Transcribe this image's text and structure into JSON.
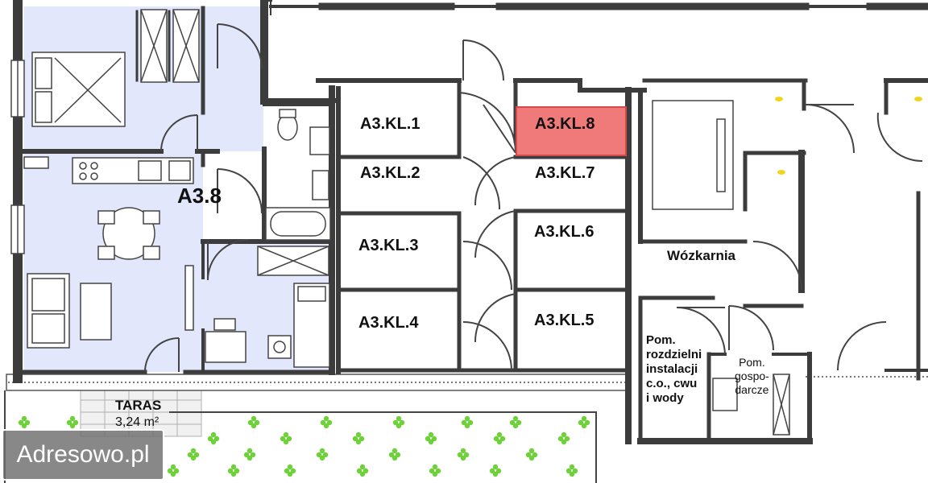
{
  "unit": {
    "label": "A3.8",
    "fill": "#e3e7fb"
  },
  "storage_units": [
    {
      "id": "A3.KL.1"
    },
    {
      "id": "A3.KL.2"
    },
    {
      "id": "A3.KL.3"
    },
    {
      "id": "A3.KL.4"
    },
    {
      "id": "A3.KL.5"
    },
    {
      "id": "A3.KL.6"
    },
    {
      "id": "A3.KL.7"
    },
    {
      "id": "A3.KL.8",
      "highlighted": true
    }
  ],
  "highlight_color": "#f07a7a",
  "rooms": {
    "stroller_room": "Wózkarnia",
    "installation_room": {
      "line1": "Pom.",
      "line2": "rozdzielni",
      "line3": "instalacji",
      "line4": "c.o., cwu",
      "line5": "i wody"
    },
    "utility_room": {
      "line1": "Pom.",
      "line2": "gospo-",
      "line3": "darcze"
    }
  },
  "terrace": {
    "label": "TARAS",
    "area": "3,24 m²"
  },
  "watermark": "Adresowo.pl",
  "colors": {
    "wall": "#3c3c3c",
    "plant": "#6fd13a",
    "paving": "#c8c8c8"
  }
}
